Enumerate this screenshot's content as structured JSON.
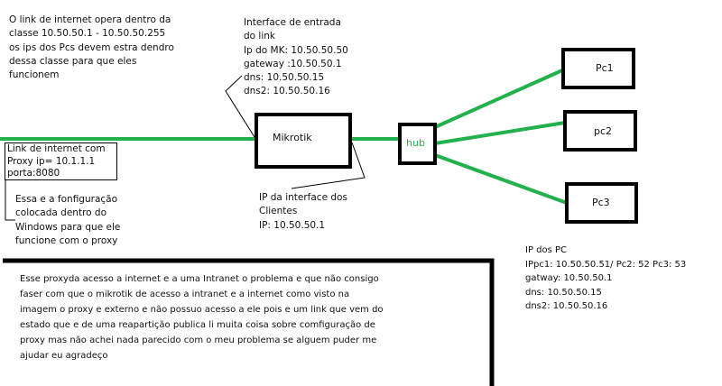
{
  "colors": {
    "link": "#22b14c",
    "line": "#000000"
  },
  "notes": {
    "internet_class": [
      "O link de internet opera dentro da",
      "classe 10.50.50.1 - 10.50.50.255",
      "os ips dos Pcs devem estra dendro",
      "dessa classe para que eles",
      "funcionem"
    ],
    "input_interface": [
      "Interface de entrada",
      "do link",
      "Ip do MK:  10.50.50.50",
      "gateway :10.50.50.1",
      "dns: 10.50.50.15",
      "dns2: 10.50.50.16"
    ],
    "proxy_box": [
      "Link de internet com",
      "Proxy  ip= 10.1.1.1",
      "porta:8080"
    ],
    "windows_config": [
      "Essa e a fonfiguração",
      "colocada dentro do",
      "Windows para que ele",
      "funcione com o proxy"
    ],
    "client_interface": [
      "IP da interface dos",
      "Clientes",
      "IP: 10.50.50.1"
    ],
    "pc_ips": [
      "IP dos PC",
      "IPpc1: 10.50.50.51/ Pc2: 52 Pc3: 53",
      "gatway: 10.50.50.1",
      "dns: 10.50.50.15",
      "dns2: 10.50.50.16"
    ],
    "problem": [
      "Esse proxyda acesso a internet e a uma Intranet o problema e que não consigo",
      "faser com que o mikrotik de acesso a intranet e a internet como visto na",
      "imagem o proxy e externo e não possuo acesso a ele pois e um link que vem do",
      "estado que e de uma reapartição publica li muita coisa sobre comfiguração de",
      "proxy mas não achei nada parecido com o meu problema se alguem puder me",
      "ajudar eu agradeço"
    ]
  },
  "nodes": {
    "mikrotik": "Mikrotik",
    "hub": "hub",
    "pc1": "Pc1",
    "pc2": "pc2",
    "pc3": "Pc3"
  }
}
